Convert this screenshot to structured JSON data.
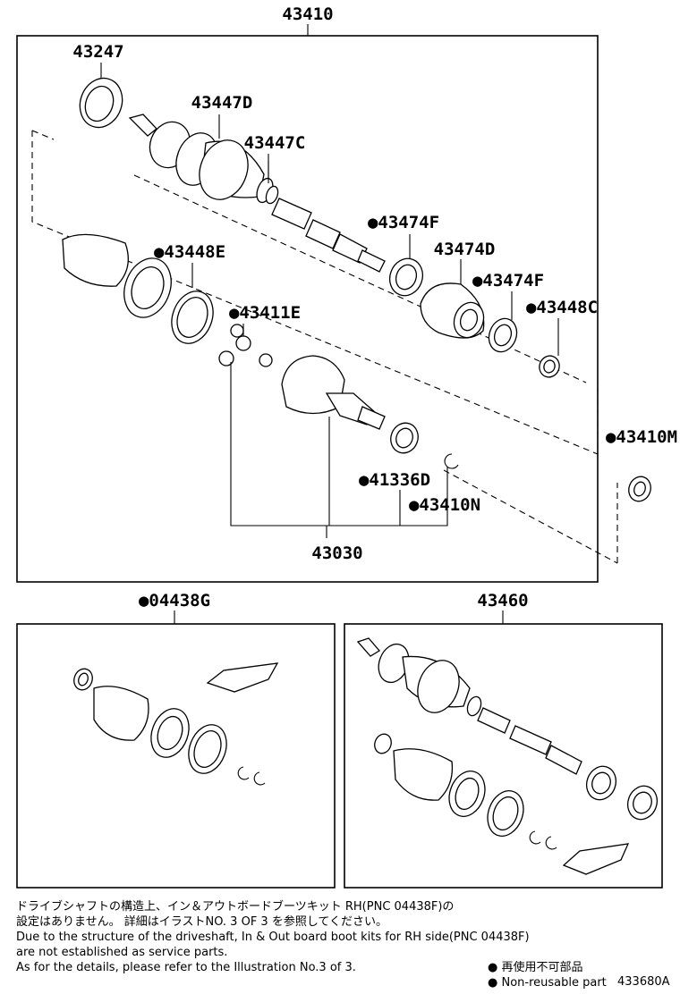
{
  "labels": {
    "top_assembly": "43410",
    "box1": "●04438G",
    "box2": "43460",
    "p43247": "43247",
    "p43447D": "43447D",
    "p43447C": "43447C",
    "p43474F_1": "●43474F",
    "p43474D": "43474D",
    "p43474F_2": "●43474F",
    "p43448E": "●43448E",
    "p43448C": "●43448C",
    "p43411E": "●43411E",
    "p43410M": "●43410M",
    "p41336D": "●41336D",
    "p43410N": "●43410N",
    "p43030": "43030"
  },
  "notes": {
    "jp_line1": "ドライブシャフトの構造上、イン＆アウトボードブーツキット RH(PNC 04438F)の",
    "jp_line2": "設定はありません。 詳細はイラストNO. 3 OF 3 を参照してください。",
    "en_line1": "Due to the structure of the driveshaft, In & Out board boot kits for RH side(PNC 04438F)",
    "en_line2": "are not established as service parts.",
    "en_line3": "As for the details, please refer to the Illustration No.3 of 3."
  },
  "legend": {
    "jp": "● 再使用不可部品",
    "en": "● Non-reusable part"
  },
  "figure_id": "433680A"
}
